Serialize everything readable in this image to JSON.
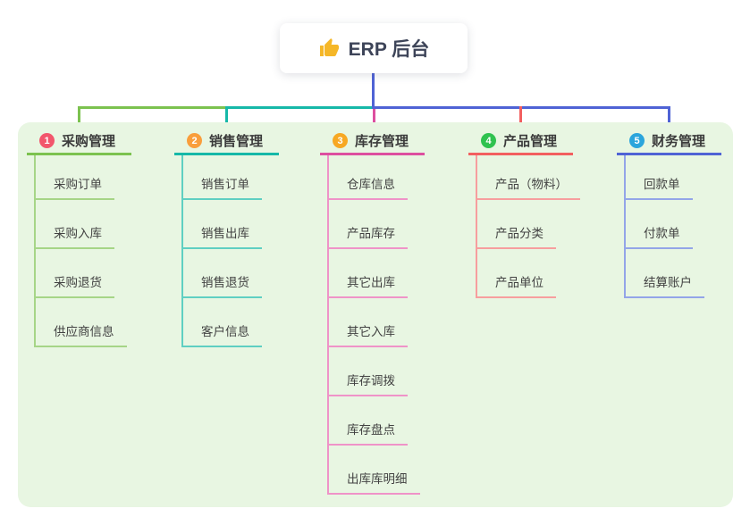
{
  "title": {
    "text": "ERP 后台",
    "icon": "thumbs-up-icon"
  },
  "colors": {
    "canvas": "#ffffff",
    "panel_bg": "#e8f6e2",
    "center_line": "#4f63d5",
    "title_text": "#3d4458",
    "header_text": "#3b3b3b",
    "item_text": "#424242",
    "thumb_icon": "#f5b728"
  },
  "branches": [
    {
      "num": "1",
      "label": "采购管理",
      "colors": {
        "main": "#7cc24f",
        "light": "#a6d587",
        "badge": "#f2566c"
      },
      "items": [
        "采购订单",
        "采购入库",
        "采购退货",
        "供应商信息"
      ]
    },
    {
      "num": "2",
      "label": "销售管理",
      "colors": {
        "main": "#16b8a8",
        "light": "#5fcfc2",
        "badge": "#f99e3c"
      },
      "items": [
        "销售订单",
        "销售出库",
        "销售退货",
        "客户信息"
      ]
    },
    {
      "num": "3",
      "label": "库存管理",
      "colors": {
        "main": "#dd4f9f",
        "light": "#ef93c8",
        "badge": "#f7a823"
      },
      "items": [
        "仓库信息",
        "产品库存",
        "其它出库",
        "其它入库",
        "库存调拨",
        "库存盘点",
        "出库库明细"
      ]
    },
    {
      "num": "4",
      "label": "产品管理",
      "colors": {
        "main": "#f25f5f",
        "light": "#f79e9e",
        "badge": "#2fc24f"
      },
      "items": [
        "产品（物料）",
        "产品分类",
        "产品单位"
      ]
    },
    {
      "num": "5",
      "label": "财务管理",
      "colors": {
        "main": "#4f63d5",
        "light": "#93a5e8",
        "badge": "#2ba5dc"
      },
      "items": [
        "回款单",
        "付款单",
        "结算账户"
      ]
    }
  ]
}
